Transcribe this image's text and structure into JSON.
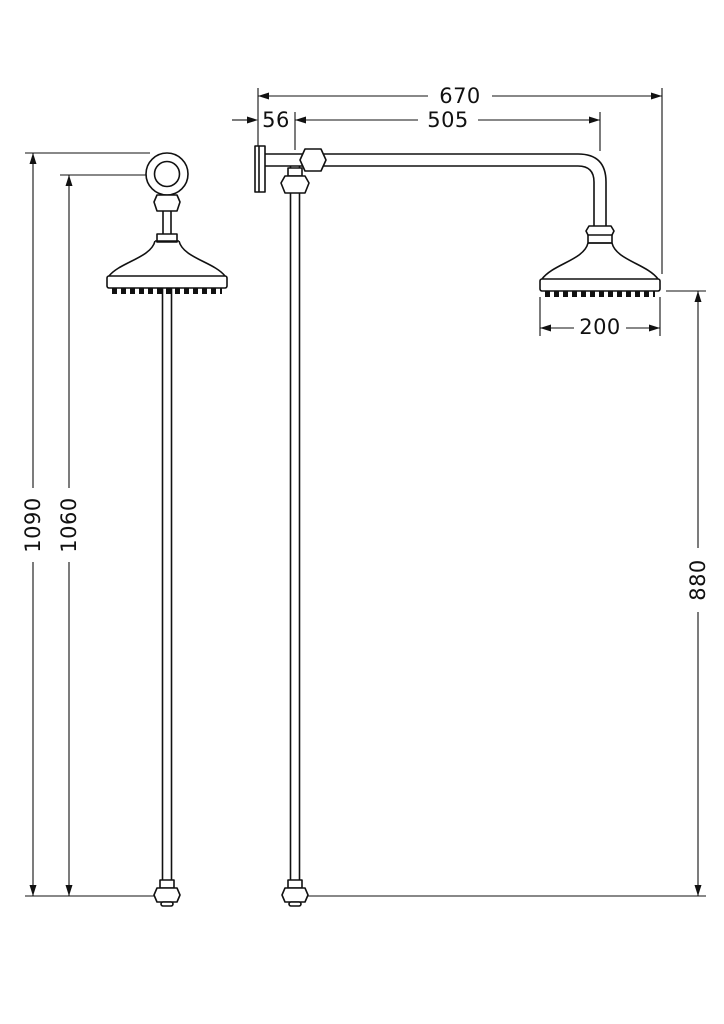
{
  "drawing": {
    "background": "#ffffff",
    "line_color": "#111111",
    "dimensions": {
      "overall_projection": "670",
      "arm_length": "505",
      "wall_to_riser": "56",
      "head_diameter": "200",
      "overall_height": "1090",
      "riser_height": "1060",
      "head_to_outlet_drop": "880"
    }
  }
}
